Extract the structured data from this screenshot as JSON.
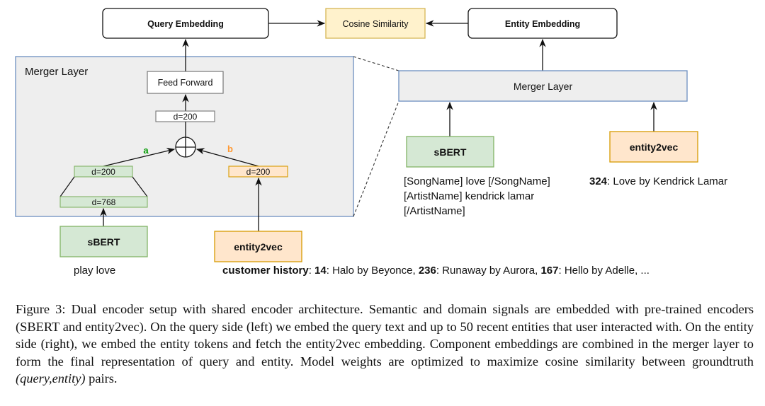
{
  "figure": {
    "top_row": {
      "query_embedding": "Query Embedding",
      "cosine_similarity": "Cosine Similarity",
      "entity_embedding": "Entity Embedding"
    },
    "left_panel": {
      "title": "Merger Layer",
      "feed_forward": "Feed Forward",
      "merged_dim": "d=200",
      "plus_symbol": "⊕",
      "branch_a_label": "a",
      "branch_b_label": "b",
      "sbert_proj_dim": "d=200",
      "sbert_dim": "d=768",
      "entity_dim": "d=200"
    },
    "left_inputs": {
      "sbert": "sBERT",
      "entity2vec": "entity2vec",
      "query_text": "play love",
      "history_label": "customer history",
      "history_items": [
        {
          "id": "14",
          "text": "Halo by Beyonce"
        },
        {
          "id": "236",
          "text": "Runaway by Aurora"
        },
        {
          "id": "167",
          "text": "Hello by Adelle"
        }
      ],
      "history_ellipsis": "..."
    },
    "right_side": {
      "merger_layer": "Merger Layer",
      "sbert": "sBERT",
      "entity2vec": "entity2vec",
      "entity_tokens": [
        "[SongName] love [/SongName]",
        "[ArtistName] kendrick lamar",
        "[/ArtistName]"
      ],
      "entity_id": "324",
      "entity_text": "Love by Kendrick Lamar"
    },
    "colors": {
      "green_fill": "#d5e8d4",
      "green_stroke": "#82b366",
      "orange_fill": "#ffe6cc",
      "orange_stroke": "#d79b00",
      "yellow_fill": "#fff2cc",
      "yellow_stroke": "#d6b656",
      "panel_fill": "#eeeeee",
      "panel_stroke": "#6c8ebf",
      "label_a": "#009900",
      "label_b": "#ff9933"
    }
  },
  "caption": {
    "prefix": "Figure 3: Dual encoder setup with shared encoder architecture. Semantic and domain signals are embedded with pre-trained encoders (SBERT and entity2vec). On the query side (left) we embed the query text and up to 50 recent entities that user interacted with. On the entity side (right), we embed the entity tokens and fetch the entity2vec embedding. Component embeddings are combined in the merger layer to form the final representation of query and entity. Model weights are optimized to maximize cosine similarity between groundtruth ",
    "italic": "(query,entity)",
    "suffix": " pairs."
  }
}
